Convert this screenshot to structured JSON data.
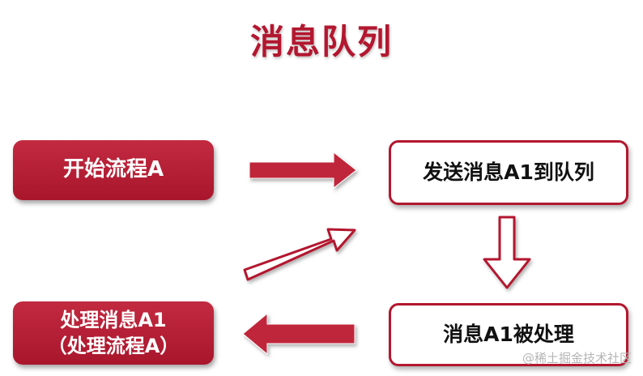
{
  "title": "消息队列",
  "colors": {
    "accent": "#b3172f",
    "arrow_fill": "#c0273b",
    "background": "#ffffff"
  },
  "nodes": {
    "start_process": "开始流程A",
    "send_message": "发送消息A1到队列",
    "message_processed": "消息A1被处理",
    "handle_message_line1": "处理消息A1",
    "handle_message_line2": "（处理流程A）"
  },
  "watermark": "@稀土掘金技术社区"
}
